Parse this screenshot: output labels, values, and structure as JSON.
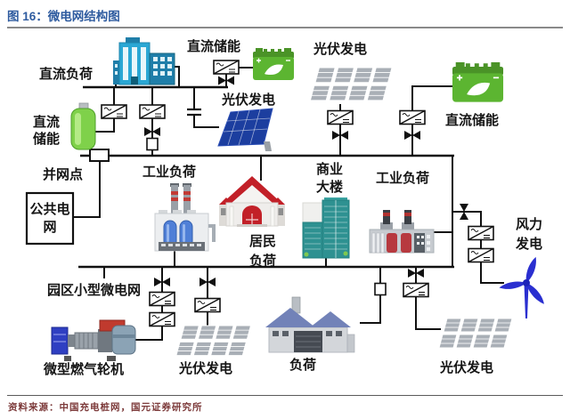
{
  "title": "图 16：微电网结构图",
  "source": "资料来源：中国充电桩网，国元证券研究所",
  "colors": {
    "title_blue": "#2e5b9f",
    "source_red": "#7d3b3b",
    "wire_black": "#111111",
    "battery_green": "#5cb531",
    "building_blue": "#2aa7d4",
    "tower_teal": "#2e9191",
    "house_red": "#c22028",
    "wind_blue": "#2a2fd0",
    "pv_gray": "#a9afb6",
    "pv_blue": "#1c3e9f"
  },
  "labels": {
    "dc_load": "直流负荷",
    "dc_storage_left": "直流储能",
    "dc_storage_top": "直流储能",
    "pv_mid": "光伏发电",
    "pv_top_right": "光伏发电",
    "dc_storage_right": "直流储能",
    "grid_point": "并网点",
    "public_grid": "公共电网",
    "industrial_left": "工业负荷",
    "residential": "居民负荷",
    "commercial": "商业大楼",
    "industrial_right": "工业负荷",
    "wind": "风力发电",
    "park_microgrid": "园区小型微电网",
    "gas_turbine": "微型燃气轮机",
    "pv_bottom_left": "光伏发电",
    "load_bottom": "负荷",
    "pv_bottom_right": "光伏发电"
  }
}
